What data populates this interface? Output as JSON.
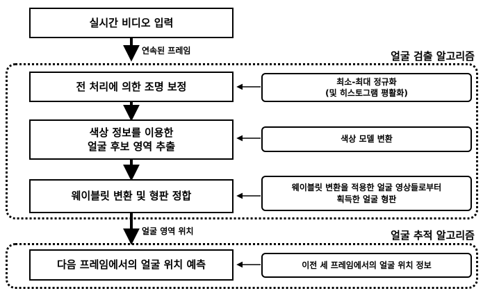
{
  "input_box": "실시간 비디오 입력",
  "arrow_label_frames": "연속된 프레임",
  "detection_title": "얼굴 검출 알고리즘",
  "step1": "전 처리에 의한 조명 보정",
  "side1": [
    "최소-최대 정규화",
    "(및 히스토그램 평활화)"
  ],
  "step2": [
    "색상 정보를 이용한",
    "얼굴 후보 영역 추출"
  ],
  "side2": "색상 모델 변환",
  "step3": "웨이블릿 변환 및 형판 정합",
  "side3": [
    "웨이블릿 변환을 적용한 얼굴 영상들로부터",
    "획득한 얼굴 형판"
  ],
  "arrow_label_position": "얼굴 영역 위치",
  "tracking_title": "얼굴 추적 알고리즘",
  "step4": "다음 프레임에서의 얼굴 위치 예측",
  "side4": "이전 세 프레임에서의 얼굴 위치 정보"
}
